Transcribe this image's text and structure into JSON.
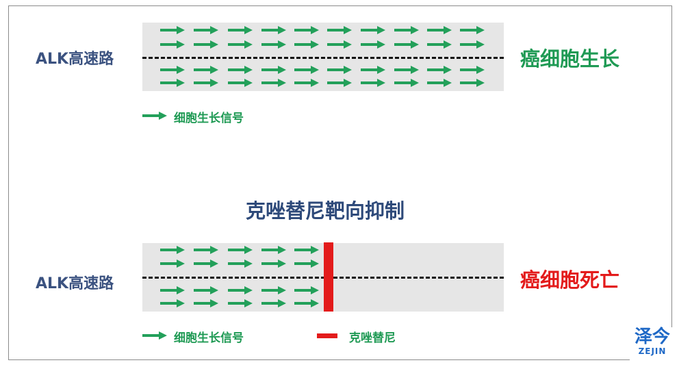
{
  "top_panel": {
    "road_label": "ALK高速路",
    "outcome": "癌细胞生长",
    "outcome_color": "#1f9a54",
    "legend_arrow_label": "细胞生长信号"
  },
  "middle_title": "克唑替尼靶向抑制",
  "bottom_panel": {
    "road_label": "ALK高速路",
    "outcome": "癌细胞死亡",
    "outcome_color": "#e31b1b",
    "legend_arrow_label": "细胞生长信号",
    "legend_block_label": "克唑替尼"
  },
  "colors": {
    "arrow": "#23a05a",
    "block": "#e31b1b",
    "title": "#2e4a7a"
  },
  "watermark": {
    "cn": "泽今",
    "en": "ZEJIN"
  }
}
